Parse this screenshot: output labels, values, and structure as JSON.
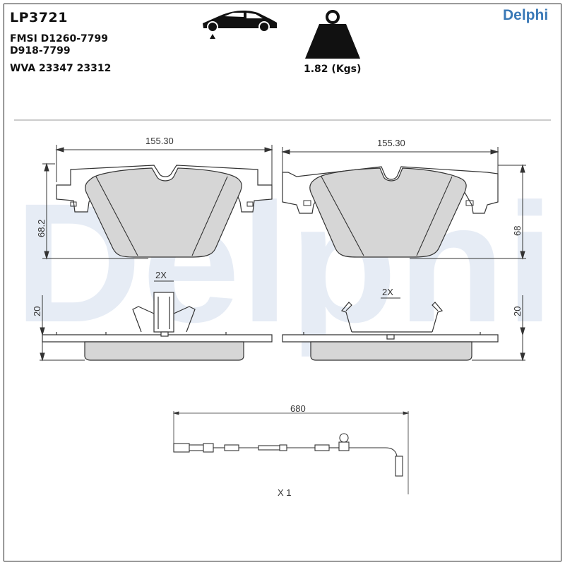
{
  "header": {
    "part_code": "LP3721",
    "fmsi_line1": "FMSI D1260-7799",
    "fmsi_line2": "D918-7799",
    "wva": "WVA 23347 23312",
    "weight": "1.82 (Kgs)",
    "brand": "Delphi"
  },
  "watermark": {
    "text": "Delphi"
  },
  "icons": {
    "car": "car-icon",
    "weight": "weight-icon"
  },
  "left_pad": {
    "width_label": "155.30",
    "height_label": "68.2",
    "quantity_label": "2X",
    "thickness_label": "20"
  },
  "right_pad": {
    "width_label": "155.30",
    "height_label": "68",
    "quantity_label": "2X",
    "thickness_label": "20"
  },
  "sensor": {
    "length_label": "680",
    "quantity_label": "X 1"
  },
  "colors": {
    "pad_fill": "#d6d6d6",
    "outline": "#333333",
    "watermark": "#e6ecf5",
    "brand": "#3a79b7"
  }
}
